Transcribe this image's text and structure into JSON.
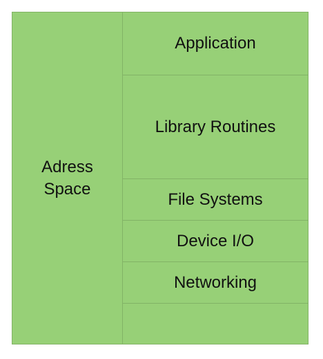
{
  "colors": {
    "fill": "#97d077",
    "stroke": "#82b366",
    "text": "#111111"
  },
  "address_space": {
    "label": "Adress\nSpace"
  },
  "layers": [
    {
      "label": "Application"
    },
    {
      "label": "Library Routines"
    },
    {
      "label": "File Systems"
    },
    {
      "label": "Device I/O"
    },
    {
      "label": "Networking"
    },
    {
      "label": ""
    }
  ]
}
